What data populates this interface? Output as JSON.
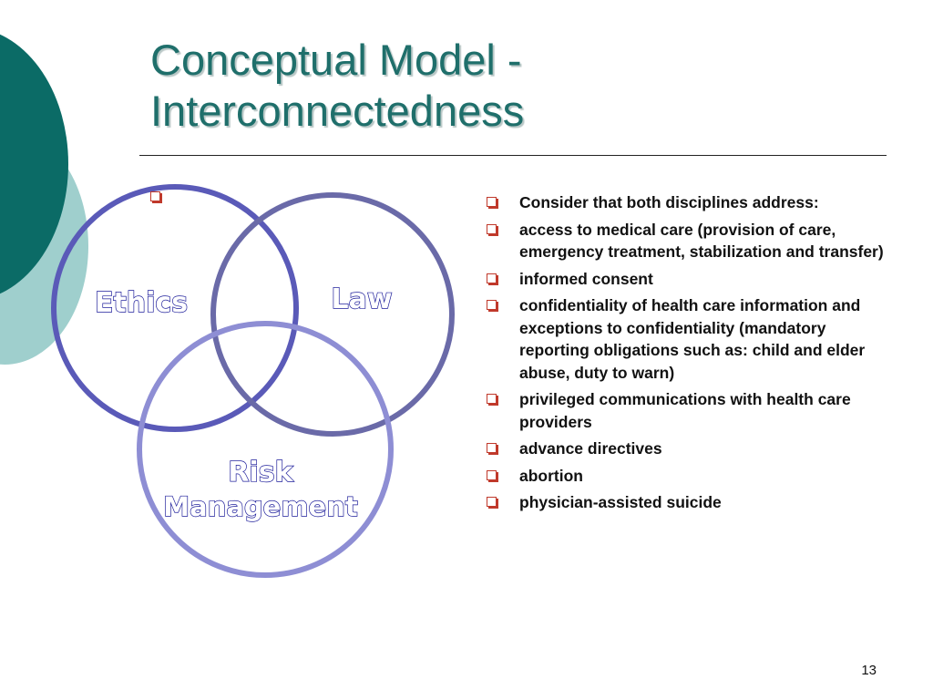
{
  "slide": {
    "title_line1": "Conceptual Model -",
    "title_line2": "Interconnectedness",
    "page_number": "13"
  },
  "diagram": {
    "circles": [
      {
        "label": "Ethics",
        "color": "#5a5ab8"
      },
      {
        "label": "Law",
        "color": "#6a6aa8"
      },
      {
        "label_line1": "Risk",
        "label_line2": "Management",
        "color": "#8e8ed4"
      }
    ]
  },
  "bullets": [
    {
      "text": "Consider that both disciplines address:"
    },
    {
      "text": "access to medical care (provision of care, emergency treatment, stabilization and transfer)"
    },
    {
      "text": "informed consent"
    },
    {
      "text": "confidentiality of health care information and exceptions to confidentiality (mandatory reporting obligations such as: child and elder abuse, duty to warn)"
    },
    {
      "text": "privileged communications with health care providers"
    },
    {
      "text": "advance directives"
    },
    {
      "text": "abortion"
    },
    {
      "text": "physician-assisted suicide"
    }
  ],
  "colors": {
    "accent_dark": "#0b6b66",
    "accent_light": "#9fcfcd",
    "title": "#1f6f6b",
    "bullet": "#c0392b"
  }
}
